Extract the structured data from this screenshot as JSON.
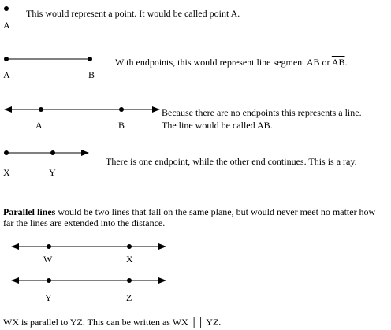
{
  "point": {
    "text": "This would represent a point.  It would be called point A.",
    "label": "A"
  },
  "segment": {
    "text_prefix": "With endpoints, this would represent line segment AB or ",
    "notation": "AB",
    "text_suffix": ".",
    "labels": [
      "A",
      "B"
    ]
  },
  "line": {
    "text1": "Because there are no endpoints this represents a line.",
    "text2_prefix": "The line would be called ",
    "notation": "AB",
    "text2_suffix": ".",
    "labels": [
      "A",
      "B"
    ]
  },
  "ray": {
    "text": "There is one endpoint, while the other end continues.  This is a ray.",
    "labels": [
      "X",
      "Y"
    ]
  },
  "parallel": {
    "term": "Parallel lines",
    "text": " would be two lines that fall on the same plane, but would never meet no matter how far the lines are extended into the distance.",
    "line1_labels": [
      "W",
      "X"
    ],
    "line2_labels": [
      "Y",
      "Z"
    ],
    "footer": "WX is parallel to YZ.  This can be written as WX ││  YZ."
  }
}
